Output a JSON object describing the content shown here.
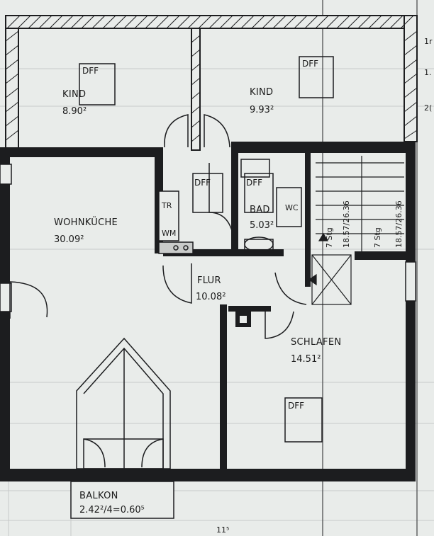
{
  "plan": {
    "rooms": {
      "kind_left": {
        "name": "KIND",
        "area": "8.90²",
        "window": "DFF"
      },
      "kind_right": {
        "name": "KIND",
        "area": "9.93²",
        "window": "DFF"
      },
      "wohnkueche": {
        "name": "WOHNKÜCHE",
        "area": "30.09²"
      },
      "bad": {
        "name": "BAD",
        "area": "5.03²",
        "window": "DFF",
        "wc": "WC"
      },
      "flur": {
        "name": "FLUR",
        "area": "10.08²",
        "window": "DFF"
      },
      "schlafen": {
        "name": "SCHLAFEN",
        "area": "14.51²",
        "window": "DFF"
      },
      "balkon": {
        "name": "BALKON",
        "area": "2.42²/4=0.60⁵"
      }
    },
    "kitchen_fixtures": {
      "tr": "TR",
      "wm": "WM"
    },
    "stairs": {
      "left": {
        "steps": "7 Stg",
        "ratio": "18.57/26.36"
      },
      "right": {
        "steps": "7 Stg",
        "ratio": "18.57/26.36"
      }
    },
    "dimension_bottom": "11⁵",
    "margin_marks": [
      "1r",
      "1.",
      "2("
    ],
    "colors": {
      "wall": "#1c1d1f",
      "paper": "#e9ecea",
      "line": "#3a3b3d",
      "grid": "#9ea2a2"
    }
  }
}
